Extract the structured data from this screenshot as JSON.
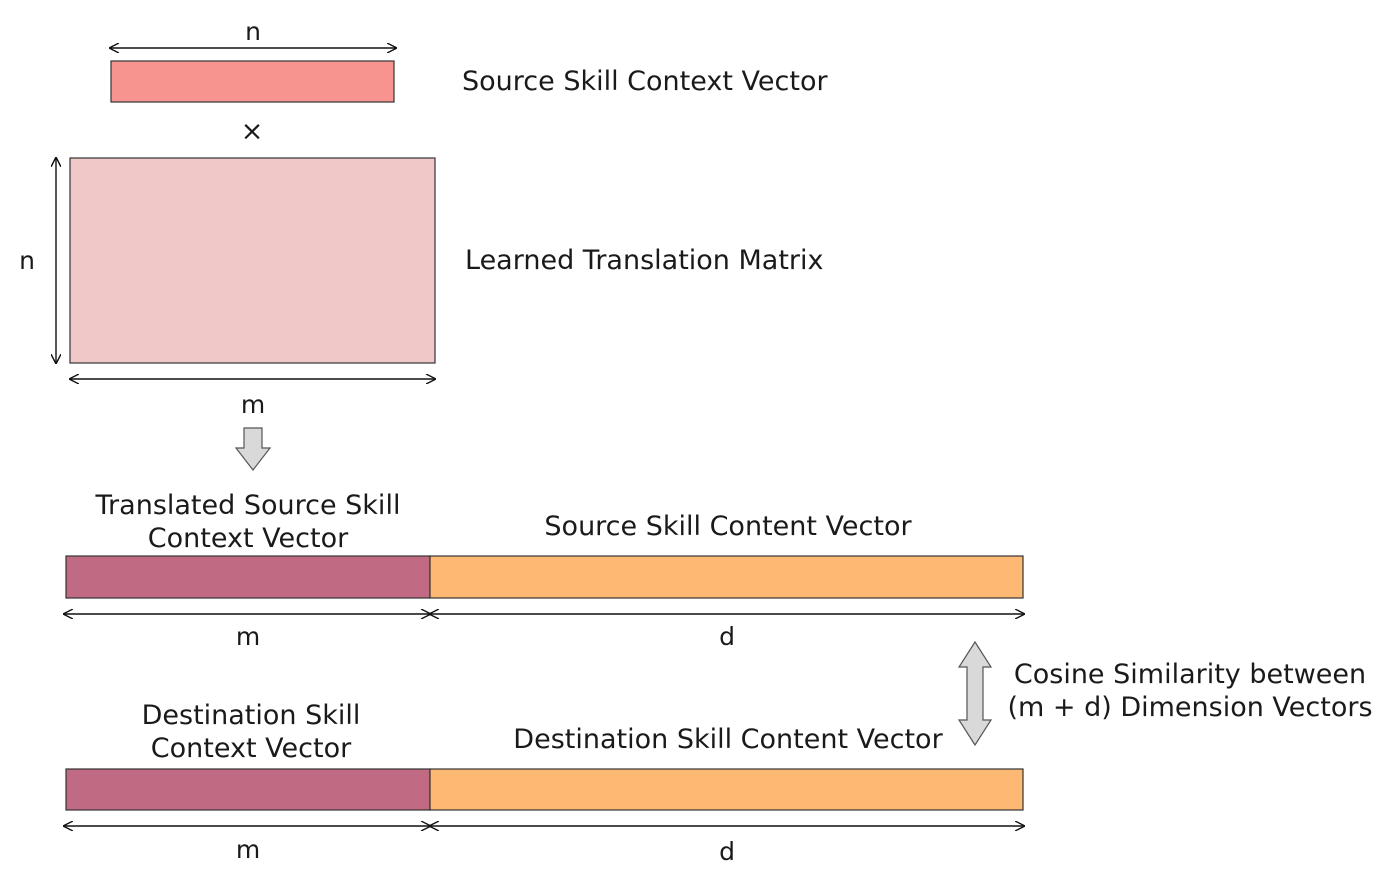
{
  "labels": {
    "source_context": "Source Skill Context Vector",
    "translation_matrix": "Learned Translation Matrix",
    "translated_context_line1": "Translated Source Skill",
    "translated_context_line2": "Context Vector",
    "source_content": "Source Skill Content Vector",
    "destination_context_line1": "Destination Skill",
    "destination_context_line2": "Context Vector",
    "destination_content": "Destination Skill Content Vector",
    "cosine_line1": "Cosine Similarity between",
    "cosine_line2": "(m + d) Dimension Vectors"
  },
  "dimensions": {
    "vector_width": "n",
    "matrix_rows": "n",
    "matrix_cols": "m",
    "translated_context_dim": "m",
    "source_content_dim": "d",
    "destination_context_dim": "m",
    "destination_content_dim": "d"
  },
  "symbols": {
    "multiply": "×"
  },
  "colors": {
    "source_context_vector": "#f8948f",
    "translation_matrix": "#f1c8c8",
    "context_segment": "#c16a84",
    "content_segment": "#fdb874",
    "block_arrow": "#d9d9d9"
  }
}
